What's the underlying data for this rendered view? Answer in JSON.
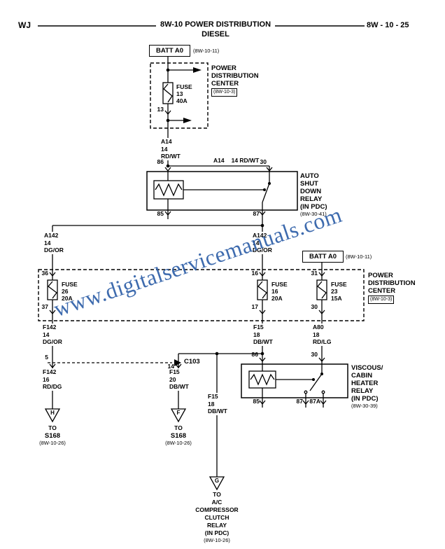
{
  "colors": {
    "line": "#000000",
    "background": "#ffffff",
    "watermark_blue": "#2e5fa8"
  },
  "header": {
    "model": "WJ",
    "title": "8W-10 POWER DISTRIBUTION",
    "subtitle": "DIESEL",
    "page": "8W - 10 - 25"
  },
  "watermark": "www.digitalservicemanuals.com",
  "batt1": {
    "label": "BATT A0",
    "ref": "(8W-10-11)"
  },
  "pdc1": {
    "l1": "POWER",
    "l2": "DISTRIBUTION",
    "l3": "CENTER",
    "ref": "(8W-10-3)"
  },
  "fuse13": {
    "name": "FUSE",
    "num": "13",
    "amp": "40A",
    "pin_out": "13"
  },
  "w_a14": {
    "code": "A14",
    "gauge": "14",
    "color": "RD/WT"
  },
  "w_a14h": {
    "code": "A14",
    "spec": "14 RD/WT"
  },
  "asd": {
    "p86": "86",
    "p30": "30",
    "p85": "85",
    "p87": "87",
    "l1": "AUTO",
    "l2": "SHUT",
    "l3": "DOWN",
    "l4": "RELAY",
    "l5": "(IN PDC)",
    "ref": "(8W-30-41)"
  },
  "w_a142": {
    "code": "A142",
    "gauge": "14",
    "color": "DG/OR"
  },
  "batt2": {
    "label": "BATT A0",
    "ref": "(8W-10-11)"
  },
  "pdc2": {
    "l1": "POWER",
    "l2": "DISTRIBUTION",
    "l3": "CENTER",
    "ref": "(8W-10-3)"
  },
  "fuse26": {
    "pin_in": "36",
    "name": "FUSE",
    "num": "26",
    "amp": "20A",
    "pin_out": "37"
  },
  "fuse16": {
    "pin_in": "16",
    "name": "FUSE",
    "num": "16",
    "amp": "20A",
    "pin_out": "17"
  },
  "fuse23": {
    "pin_in": "31",
    "name": "FUSE",
    "num": "23",
    "amp": "15A",
    "pin_out": "30"
  },
  "w_f142u": {
    "code": "F142",
    "gauge": "14",
    "color": "DG/OR"
  },
  "w_f15u": {
    "code": "F15",
    "gauge": "18",
    "color": "DB/WT"
  },
  "w_a80": {
    "code": "A80",
    "gauge": "18",
    "color": "RD/LG"
  },
  "c103": {
    "pin5": "5",
    "pin14": "14",
    "label": "C103"
  },
  "w_f142d": {
    "code": "F142",
    "gauge": "16",
    "color": "RD/DG"
  },
  "w_f15d": {
    "code": "F15",
    "gauge": "20",
    "color": "DB/WT"
  },
  "w_f15g": {
    "code": "F15",
    "gauge": "18",
    "color": "DB/WT"
  },
  "viscous": {
    "p86": "86",
    "p30": "30",
    "p85": "85",
    "p87": "87",
    "p87a": "87A",
    "l1": "VISCOUS/",
    "l2": "CABIN",
    "l3": "HEATER",
    "l4": "RELAY",
    "l5": "(IN PDC)",
    "ref": "(8W-30-39)"
  },
  "connH": {
    "letter": "H",
    "to": "TO",
    "dest": "S168",
    "ref": "(8W-10-26)"
  },
  "connF": {
    "letter": "F",
    "to": "TO",
    "dest": "S168",
    "ref": "(8W-10-26)"
  },
  "connG": {
    "letter": "G",
    "to": "TO",
    "d1": "A/C",
    "d2": "COMPRESSOR",
    "d3": "CLUTCH",
    "d4": "RELAY",
    "d5": "(IN PDC)",
    "ref": "(8W-10-26)"
  }
}
